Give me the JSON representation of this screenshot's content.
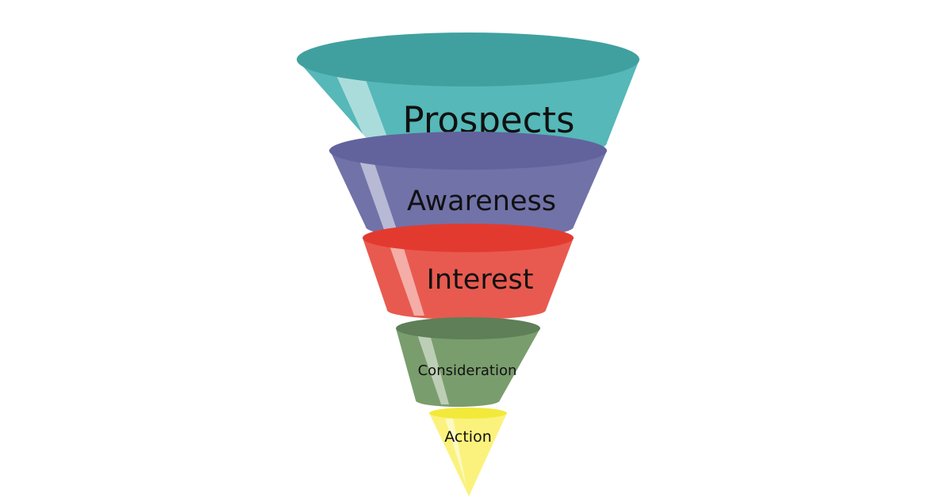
{
  "diagram": {
    "type": "funnel",
    "stages": [
      {
        "label": "Prospects",
        "color": "#56b8b8",
        "rim_color": "#40a0a0"
      },
      {
        "label": "Awareness",
        "color": "#7172a8",
        "rim_color": "#62639d"
      },
      {
        "label": "Interest",
        "color": "#e85a4f",
        "rim_color": "#e33a30"
      },
      {
        "label": "Consideration",
        "color": "#7a9d6d",
        "rim_color": "#5e7f57"
      },
      {
        "label": "Action",
        "color": "#fbf27d",
        "rim_color": "#f3e93a"
      }
    ]
  }
}
